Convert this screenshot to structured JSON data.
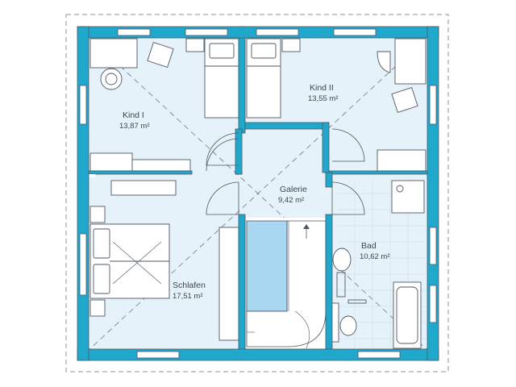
{
  "floor_plan": {
    "rooms": [
      {
        "id": "kind1",
        "name": "Kind I",
        "area": "13,87 m²"
      },
      {
        "id": "kind2",
        "name": "Kind II",
        "area": "13,55 m²"
      },
      {
        "id": "galerie",
        "name": "Galerie",
        "area": "9,42 m²"
      },
      {
        "id": "bad",
        "name": "Bad",
        "area": "10,62 m²"
      },
      {
        "id": "schlafen",
        "name": "Schlafen",
        "area": "17,51 m²"
      }
    ],
    "colors": {
      "wall": "#1fa8cc",
      "floor": "#e6f2f9",
      "stair": "#a9d6f0",
      "line": "#4d5863",
      "dash": "#7a8591"
    }
  }
}
